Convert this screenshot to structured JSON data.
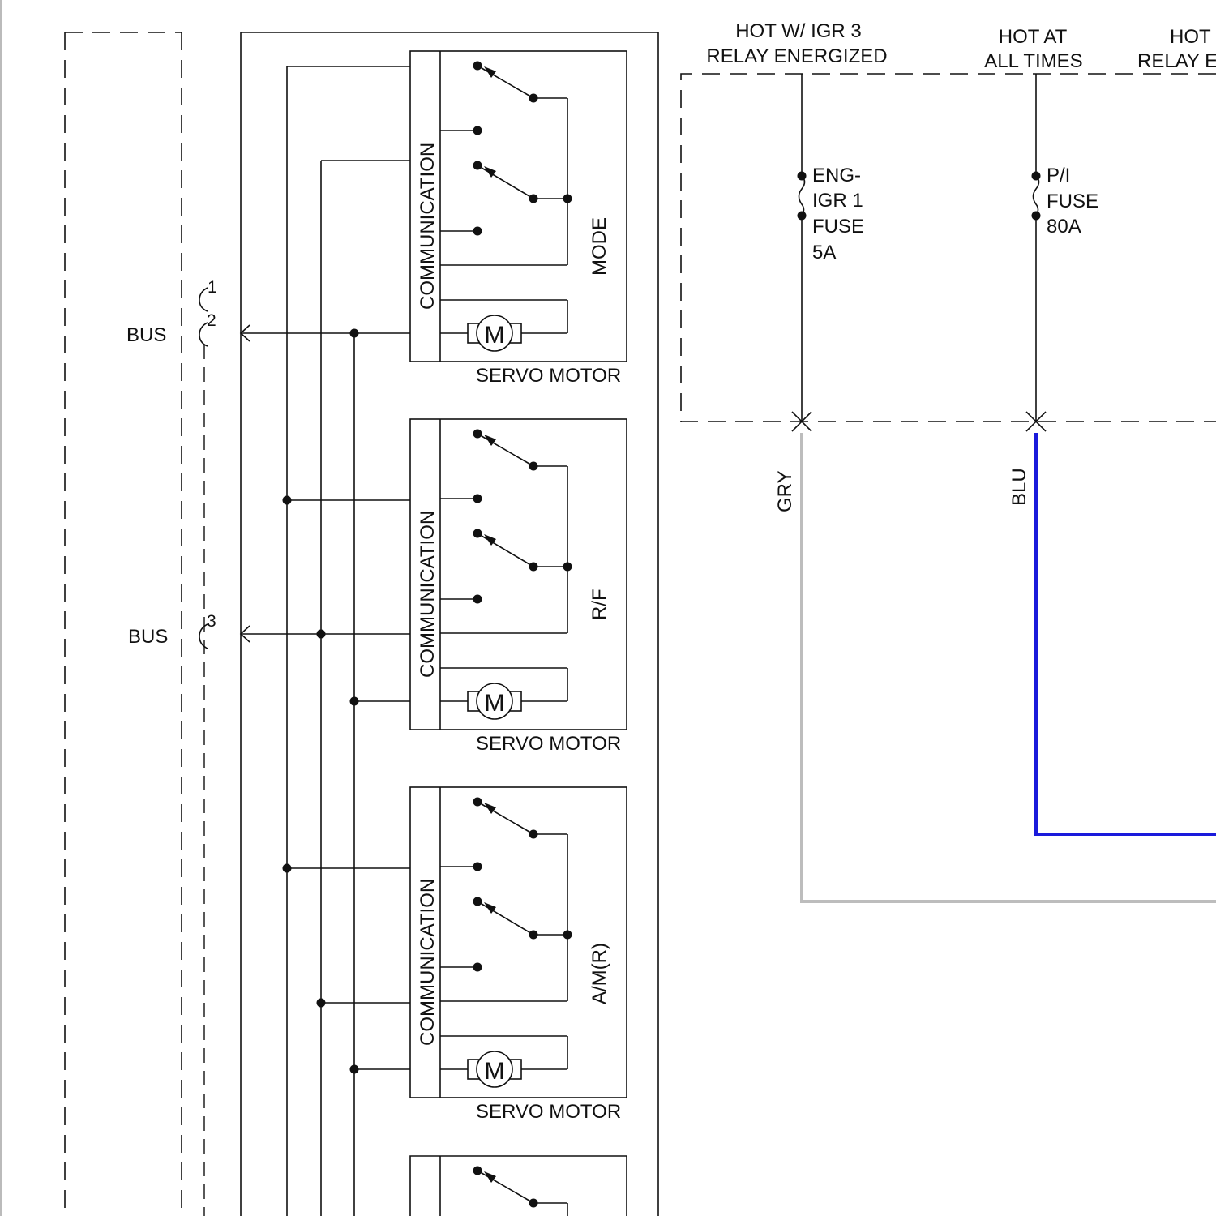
{
  "left_panel": {
    "bus_label_1": "BUS",
    "bus_label_2": "BUS",
    "pin_1": "1",
    "pin_2": "2",
    "pin_3": "3"
  },
  "servo_modules": [
    {
      "comm_label": "COMMUNICATION",
      "function_label": "MODE",
      "motor_symbol": "M",
      "caption": "SERVO MOTOR"
    },
    {
      "comm_label": "COMMUNICATION",
      "function_label": "R/F",
      "motor_symbol": "M",
      "caption": "SERVO MOTOR"
    },
    {
      "comm_label": "COMMUNICATION",
      "function_label": "A/M(R)",
      "motor_symbol": "M",
      "caption": "SERVO MOTOR"
    }
  ],
  "power_sources": [
    {
      "line1": "HOT W/ IGR 3",
      "line2": "RELAY ENERGIZED"
    },
    {
      "line1": "HOT AT",
      "line2": "ALL TIMES"
    },
    {
      "line1": "HOT",
      "line2": "RELAY E"
    }
  ],
  "fuses": [
    {
      "lines": [
        "ENG-",
        "IGR 1",
        "FUSE",
        "5A"
      ]
    },
    {
      "lines": [
        "P/I",
        "FUSE",
        "80A"
      ]
    }
  ],
  "wires": [
    {
      "label": "GRY",
      "color": "#bdbdbd"
    },
    {
      "label": "BLU",
      "color": "#1a1adb"
    }
  ]
}
